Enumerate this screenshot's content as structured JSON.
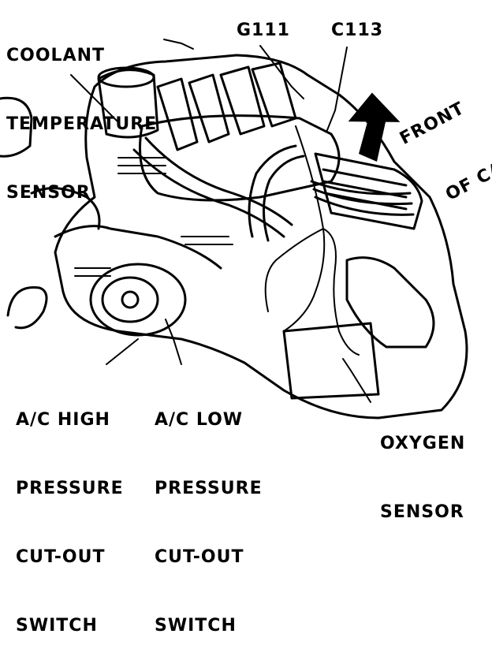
{
  "labels": {
    "coolant": [
      "COOLANT",
      "TEMPERATURE",
      "SENSOR"
    ],
    "g111": "G111",
    "c113": "C113",
    "front": [
      "FRONT",
      "OF CAR"
    ],
    "ac_high": [
      "A/C HIGH",
      "PRESSURE",
      "CUT-OUT",
      "SWITCH"
    ],
    "ac_low": [
      "A/C LOW",
      "PRESSURE",
      "CUT-OUT",
      "SWITCH"
    ],
    "oxygen": [
      "OXYGEN",
      "SENSOR"
    ]
  }
}
